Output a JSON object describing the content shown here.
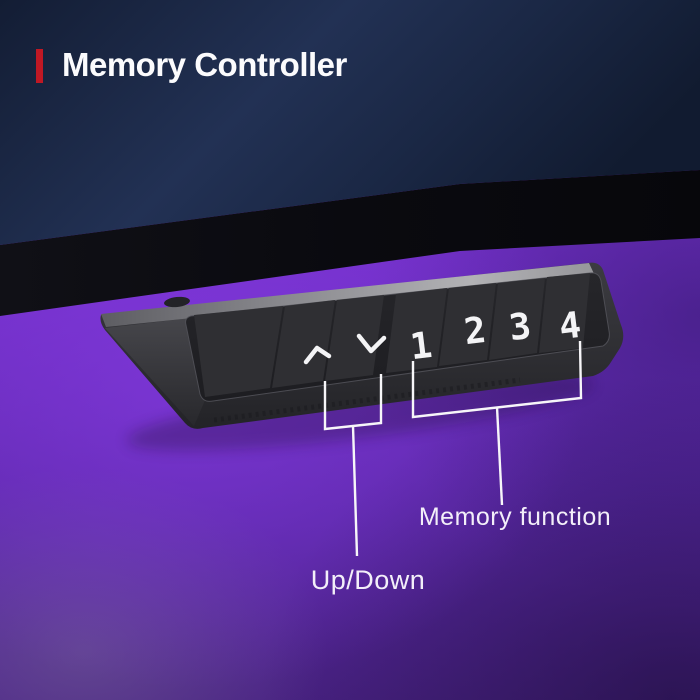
{
  "header": {
    "title": "Memory Controller",
    "accent_color": "#c01824"
  },
  "controller": {
    "buttons": [
      {
        "id": "up",
        "icon": "chevron-up-icon",
        "label": ""
      },
      {
        "id": "down",
        "icon": "chevron-down-icon",
        "label": ""
      },
      {
        "id": "preset-1",
        "label": "1"
      },
      {
        "id": "preset-2",
        "label": "2"
      },
      {
        "id": "preset-3",
        "label": "3"
      },
      {
        "id": "preset-4",
        "label": "4"
      }
    ]
  },
  "annotations": {
    "up_down_label": "Up/Down",
    "memory_label": "Memory function",
    "line_color": "#ffffff"
  },
  "colors": {
    "background_purple": "#6f2ec6",
    "desk_surface_navy": "#1d2b4c",
    "desk_edge_black": "#0a0a0f",
    "controller_body": "#2f2f33",
    "mounting_plate_grey": "#9a9a9e",
    "glyph_white": "#f4f4f6"
  }
}
